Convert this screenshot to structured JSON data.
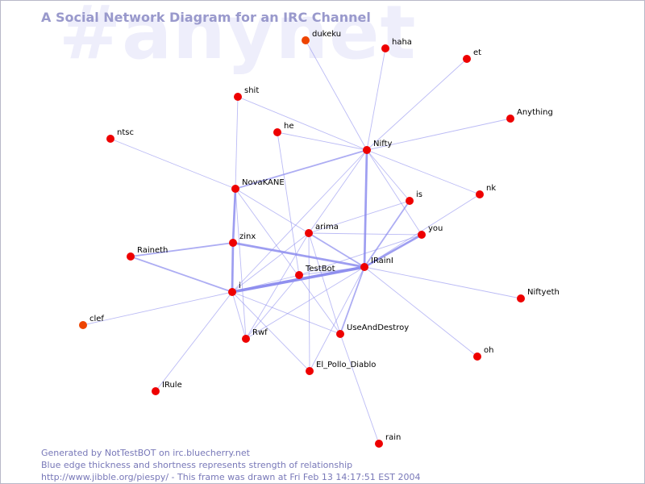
{
  "watermark": "#anynet",
  "title": "A Social Network Diagram for an IRC Channel",
  "footer": {
    "line1": "Generated by NotTestBOT on irc.bluecherry.net",
    "line2": "Blue edge thickness and shortness represents strength of relationship",
    "line3": "http://www.jibble.org/piespy/ - This frame was drawn at Fri Feb 13 14:17:51 EST 2004"
  },
  "colors": {
    "node": "#ee0000",
    "node_recent": "#ee4400",
    "edge": "#8888ee",
    "title": "#9999cc",
    "footer": "#7878b8",
    "watermark": "#eeeefb"
  },
  "graph": {
    "nodes": [
      {
        "id": "dukeku",
        "label": "dukeku",
        "recent": true
      },
      {
        "id": "haha",
        "label": "haha"
      },
      {
        "id": "et",
        "label": "et"
      },
      {
        "id": "Anything",
        "label": "Anything"
      },
      {
        "id": "shit",
        "label": "shit"
      },
      {
        "id": "he",
        "label": "he"
      },
      {
        "id": "ntsc",
        "label": "ntsc"
      },
      {
        "id": "Nifty",
        "label": "Nifty"
      },
      {
        "id": "NovaKANE",
        "label": "NovaKANE"
      },
      {
        "id": "nk",
        "label": "nk"
      },
      {
        "id": "is",
        "label": "is"
      },
      {
        "id": "you",
        "label": "you"
      },
      {
        "id": "arima",
        "label": "arima"
      },
      {
        "id": "zinx",
        "label": "zinx"
      },
      {
        "id": "Raineth",
        "label": "Raineth"
      },
      {
        "id": "TestBot",
        "label": "TestBot"
      },
      {
        "id": "IRainI",
        "label": "IRainI"
      },
      {
        "id": "i",
        "label": "i"
      },
      {
        "id": "Niftyeth",
        "label": "Niftyeth"
      },
      {
        "id": "clef",
        "label": "clef",
        "recent": true
      },
      {
        "id": "Rwf",
        "label": "Rwf"
      },
      {
        "id": "UseAndDestroy",
        "label": "UseAndDestroy"
      },
      {
        "id": "oh",
        "label": "oh"
      },
      {
        "id": "El_Pollo_Diablo",
        "label": "El_Pollo_Diablo"
      },
      {
        "id": "IRule",
        "label": "IRule"
      },
      {
        "id": "rain",
        "label": "rain"
      }
    ],
    "edges": [
      {
        "source": "dukeku",
        "target": "Nifty",
        "weight": 1
      },
      {
        "source": "haha",
        "target": "Nifty",
        "weight": 1
      },
      {
        "source": "et",
        "target": "Nifty",
        "weight": 1
      },
      {
        "source": "Anything",
        "target": "Nifty",
        "weight": 1
      },
      {
        "source": "he",
        "target": "Nifty",
        "weight": 1
      },
      {
        "source": "he",
        "target": "TestBot",
        "weight": 1
      },
      {
        "source": "shit",
        "target": "Nifty",
        "weight": 1
      },
      {
        "source": "shit",
        "target": "NovaKANE",
        "weight": 1
      },
      {
        "source": "ntsc",
        "target": "NovaKANE",
        "weight": 1
      },
      {
        "source": "Nifty",
        "target": "NovaKANE",
        "weight": 2
      },
      {
        "source": "Nifty",
        "target": "is",
        "weight": 1
      },
      {
        "source": "Nifty",
        "target": "you",
        "weight": 1
      },
      {
        "source": "Nifty",
        "target": "nk",
        "weight": 1
      },
      {
        "source": "Nifty",
        "target": "arima",
        "weight": 1
      },
      {
        "source": "Nifty",
        "target": "IRainI",
        "weight": 3
      },
      {
        "source": "Nifty",
        "target": "i",
        "weight": 1
      },
      {
        "source": "NovaKANE",
        "target": "zinx",
        "weight": 3
      },
      {
        "source": "NovaKANE",
        "target": "arima",
        "weight": 1
      },
      {
        "source": "NovaKANE",
        "target": "Rwf",
        "weight": 1
      },
      {
        "source": "NovaKANE",
        "target": "UseAndDestroy",
        "weight": 1
      },
      {
        "source": "is",
        "target": "arima",
        "weight": 1
      },
      {
        "source": "is",
        "target": "IRainI",
        "weight": 2
      },
      {
        "source": "nk",
        "target": "IRainI",
        "weight": 1
      },
      {
        "source": "you",
        "target": "arima",
        "weight": 1
      },
      {
        "source": "you",
        "target": "IRainI",
        "weight": 3
      },
      {
        "source": "you",
        "target": "TestBot",
        "weight": 1
      },
      {
        "source": "arima",
        "target": "i",
        "weight": 1
      },
      {
        "source": "arima",
        "target": "IRainI",
        "weight": 2
      },
      {
        "source": "arima",
        "target": "UseAndDestroy",
        "weight": 1
      },
      {
        "source": "arima",
        "target": "El_Pollo_Diablo",
        "weight": 1
      },
      {
        "source": "arima",
        "target": "Rwf",
        "weight": 1
      },
      {
        "source": "zinx",
        "target": "Raineth",
        "weight": 2
      },
      {
        "source": "zinx",
        "target": "IRainI",
        "weight": 3
      },
      {
        "source": "zinx",
        "target": "i",
        "weight": 3
      },
      {
        "source": "Raineth",
        "target": "i",
        "weight": 2
      },
      {
        "source": "TestBot",
        "target": "i",
        "weight": 1
      },
      {
        "source": "TestBot",
        "target": "IRainI",
        "weight": 1
      },
      {
        "source": "TestBot",
        "target": "Rwf",
        "weight": 1
      },
      {
        "source": "i",
        "target": "IRainI",
        "weight": 4
      },
      {
        "source": "i",
        "target": "clef",
        "weight": 1
      },
      {
        "source": "i",
        "target": "Rwf",
        "weight": 1
      },
      {
        "source": "i",
        "target": "UseAndDestroy",
        "weight": 1
      },
      {
        "source": "i",
        "target": "El_Pollo_Diablo",
        "weight": 1
      },
      {
        "source": "i",
        "target": "IRule",
        "weight": 1
      },
      {
        "source": "IRainI",
        "target": "Niftyeth",
        "weight": 1
      },
      {
        "source": "IRainI",
        "target": "UseAndDestroy",
        "weight": 2
      },
      {
        "source": "IRainI",
        "target": "oh",
        "weight": 1
      },
      {
        "source": "IRainI",
        "target": "El_Pollo_Diablo",
        "weight": 1
      },
      {
        "source": "IRainI",
        "target": "Rwf",
        "weight": 1
      },
      {
        "source": "UseAndDestroy",
        "target": "rain",
        "weight": 1
      }
    ]
  }
}
